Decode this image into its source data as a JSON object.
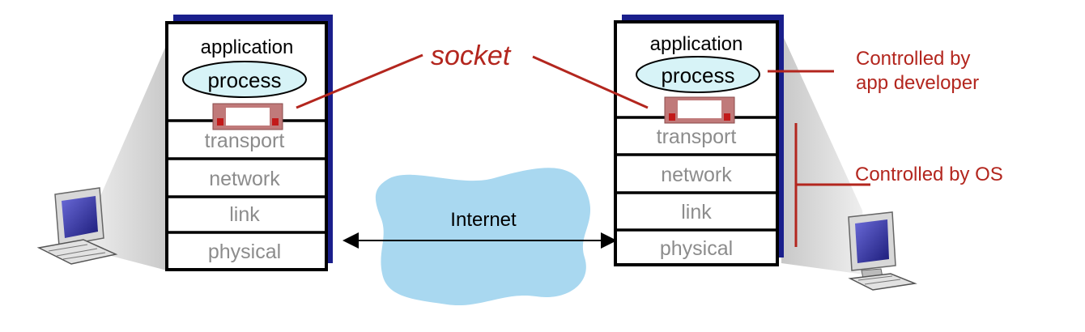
{
  "colors": {
    "accent_red": "#b3261e",
    "stack_shadow": "#1a1f8c",
    "process_fill": "#d7f3f7",
    "cloud_fill": "#a9d8f0",
    "socket_fill": "#c07a7a",
    "layer_text": "#8c8c8c"
  },
  "left_host": {
    "application_label": "application",
    "process_label": "process",
    "layers": [
      "transport",
      "network",
      "link",
      "physical"
    ]
  },
  "right_host": {
    "application_label": "application",
    "process_label": "process",
    "layers": [
      "transport",
      "network",
      "link",
      "physical"
    ]
  },
  "socket_label": "socket",
  "internet_label": "Internet",
  "annotations": {
    "app_controlled_line1": "Controlled by",
    "app_controlled_line2": "app developer",
    "os_controlled": "Controlled by OS"
  },
  "icons": [
    "computer-icon",
    "socket-icon",
    "cloud-icon",
    "double-arrow-icon"
  ]
}
